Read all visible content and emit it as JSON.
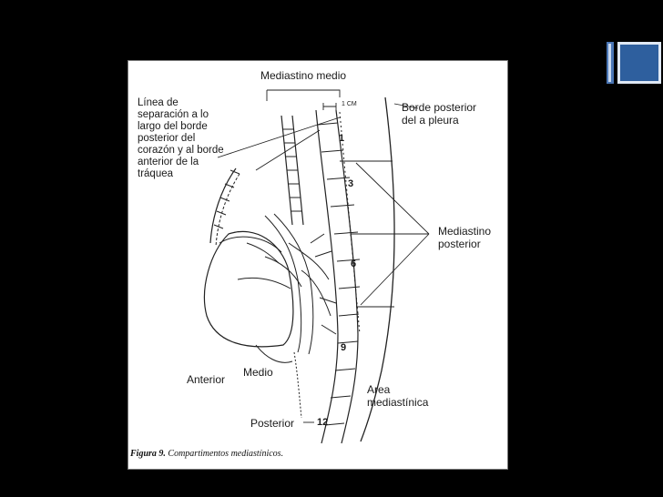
{
  "labels": {
    "mediastino_medio": "Mediastino medio",
    "linea_separacion": "Línea de\nseparación a lo\nlargo del borde\nposterior del\ncorazón y al borde\nanterior de la\ntráquea",
    "borde_posterior": "Borde posterior\ndel a pleura",
    "mediastino_posterior": "Mediastino\nposterior",
    "anterior": "Anterior",
    "medio": "Medio",
    "posterior": "Posterior",
    "area_mediastinica": "Area\nmediastínica",
    "cm": "1 CM"
  },
  "vertebrae": [
    "1",
    "3",
    "6",
    "9",
    "12"
  ],
  "caption": {
    "figure_number": "Figura 9.",
    "text": "Compartimentos mediastínicos."
  },
  "colors": {
    "background": "#000000",
    "logo_blue": "#2e5f9e",
    "logo_light": "#c8d8ee"
  }
}
